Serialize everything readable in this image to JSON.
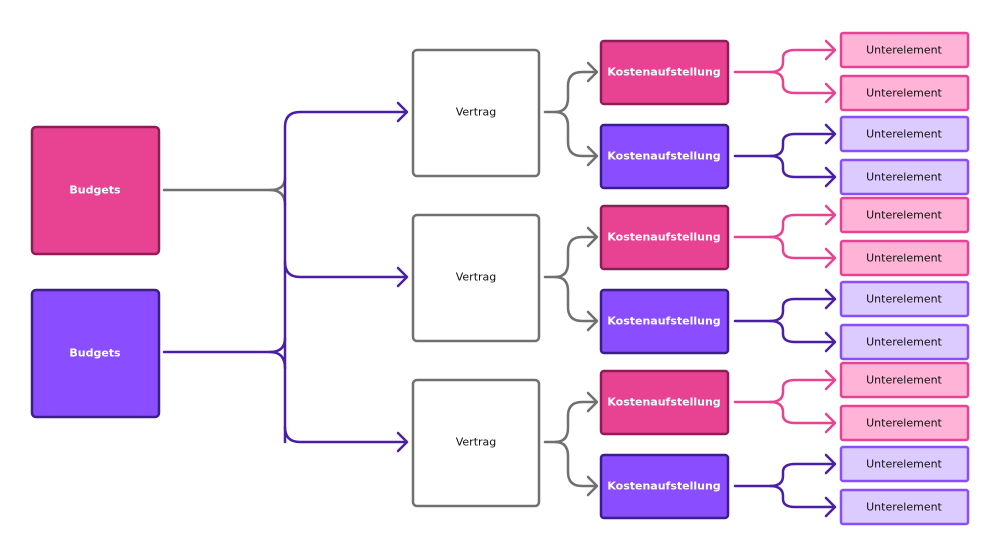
{
  "colors": {
    "pink_fill": "#E84393",
    "pink_border": "#8E1D55",
    "purple_fill": "#8A4DFF",
    "purple_border": "#3A1E8C",
    "light_pink_fill": "#FFB3D6",
    "light_pink_border": "#E84393",
    "light_purple_fill": "#DCCBFF",
    "light_purple_border": "#8A4DFF",
    "grey_line": "#707070",
    "dark_purple_line": "#4A1FA8",
    "pink_line": "#E84393",
    "white": "#FFFFFF",
    "text_dark": "#111111"
  },
  "budgets": [
    {
      "label": "Budgets",
      "style": "pink"
    },
    {
      "label": "Budgets",
      "style": "purple"
    }
  ],
  "contracts": [
    {
      "label": "Vertrag",
      "cost_items": [
        {
          "label": "Kostenaufstellung",
          "style": "pink",
          "sub_items": [
            "Unterelement",
            "Unterelement"
          ]
        },
        {
          "label": "Kostenaufstellung",
          "style": "purple",
          "sub_items": [
            "Unterelement",
            "Unterelement"
          ]
        }
      ]
    },
    {
      "label": "Vertrag",
      "cost_items": [
        {
          "label": "Kostenaufstellung",
          "style": "pink",
          "sub_items": [
            "Unterelement",
            "Unterelement"
          ]
        },
        {
          "label": "Kostenaufstellung",
          "style": "purple",
          "sub_items": [
            "Unterelement",
            "Unterelement"
          ]
        }
      ]
    },
    {
      "label": "Vertrag",
      "cost_items": [
        {
          "label": "Kostenaufstellung",
          "style": "pink",
          "sub_items": [
            "Unterelement",
            "Unterelement"
          ]
        },
        {
          "label": "Kostenaufstellung",
          "style": "purple",
          "sub_items": [
            "Unterelement",
            "Unterelement"
          ]
        }
      ]
    }
  ]
}
